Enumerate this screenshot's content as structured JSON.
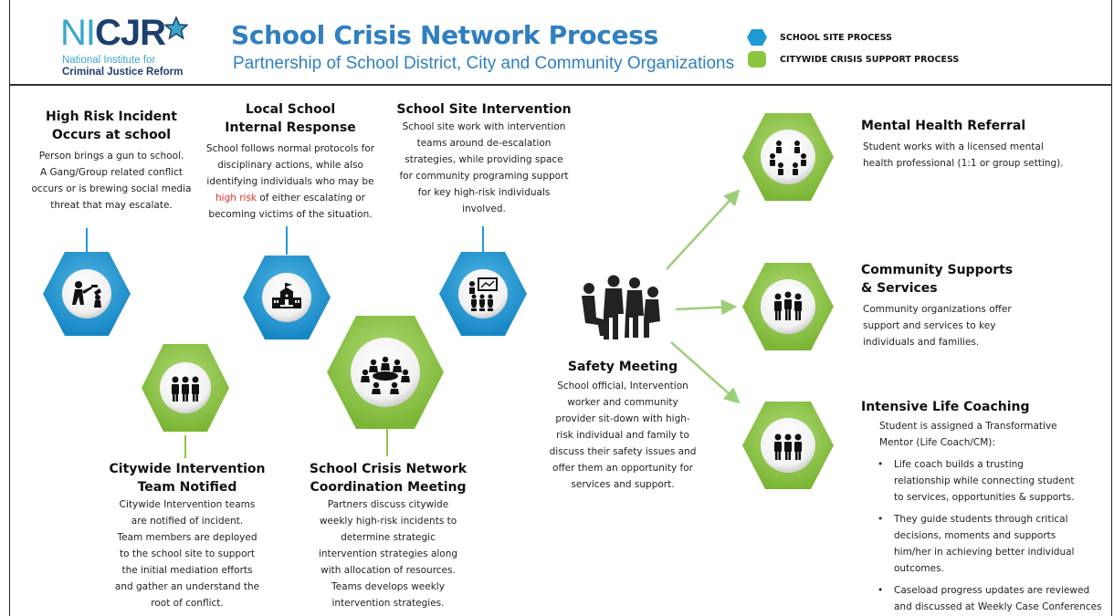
{
  "logo": {
    "mark_ni": "NI",
    "mark_cjr": "CJR",
    "line1": "National Institute for",
    "line2": "Criminal Justice Reform"
  },
  "title": "School Crisis Network Process",
  "subtitle": "Partnership of School District, City and Community Organizations",
  "legend": [
    {
      "label": "SCHOOL SITE PROCESS",
      "shape": "hexagon",
      "color": "#1f9ad6"
    },
    {
      "label": "CITYWIDE CRISIS SUPPORT PROCESS",
      "shape": "rounded-square",
      "color": "#8cc63f"
    }
  ],
  "colors": {
    "school_site": "#1f9ad6",
    "citywide": "#8cc63f",
    "title": "#2f7fc1",
    "highlight": "#e1302a",
    "connector": "#9ccf7a"
  },
  "steps": {
    "high_risk": {
      "title_l1": "High Risk Incident",
      "title_l2": "Occurs at school",
      "body": [
        "Person brings a gun to school.",
        "A Gang/Group related conflict",
        "occurs or is brewing social media",
        "threat that may escalate."
      ],
      "icon": "gun-threat-icon"
    },
    "local_school": {
      "title_l1": "Local School",
      "title_l2": "Internal Response",
      "body_l1": "School follows normal protocols for",
      "body_l2": "disciplinary actions, while also",
      "body_l3": "identifying individuals who may be",
      "body_l4_highlight": "high risk",
      "body_l4_rest": " of either escalating or",
      "body_l5": "becoming victims of the situation.",
      "icon": "school-building-icon"
    },
    "site_intervention": {
      "title": "School Site Intervention",
      "body": [
        "School site work with intervention",
        "teams around de-escalation",
        "strategies, while providing space",
        "for community programing support",
        "for key high-risk individuals",
        "involved."
      ],
      "icon": "presentation-icon"
    },
    "citywide_team": {
      "title_l1": "Citywide Intervention",
      "title_l2": "Team Notified",
      "body": [
        "Citywide Intervention teams",
        "are notified of incident.",
        "Team members are deployed",
        "to the school site to support",
        "the initial mediation efforts",
        "and gather an understand the",
        "root of conflict."
      ],
      "icon": "team-icon"
    },
    "coordination": {
      "title_l1": "School Crisis Network",
      "title_l2": "Coordination Meeting",
      "body": [
        "Partners discuss citywide",
        "weekly high-risk incidents to",
        "determine strategic",
        "intervention strategies along",
        "with allocation of resources.",
        "Teams develops weekly",
        "intervention strategies."
      ],
      "icon": "meeting-table-icon"
    },
    "safety_meeting": {
      "title": "Safety Meeting",
      "body": [
        "School official, Intervention",
        "worker and community",
        "provider sit-down with high-",
        "risk individual and family to",
        "discuss their safety issues and",
        "offer them an opportunity for",
        "services and support."
      ],
      "icon": "people-seated-icon"
    }
  },
  "outcomes": {
    "mental_health": {
      "title": "Mental Health Referral",
      "body": [
        "Student works with a licensed mental",
        "health professional (1:1 or group setting)."
      ],
      "icon": "group-circle-icon"
    },
    "community": {
      "title_l1": "Community Supports",
      "title_l2": "& Services",
      "body": [
        "Community organizations offer",
        "support and services to key",
        "individuals and families."
      ],
      "icon": "community-icon"
    },
    "coaching": {
      "title": "Intensive Life Coaching",
      "intro": [
        "Student is assigned a Transformative",
        "Mentor (Life Coach/CM):"
      ],
      "bullets": [
        [
          "Life coach builds a trusting",
          "relationship while connecting student",
          "to services, opportunities & supports."
        ],
        [
          "They guide students through critical",
          "decisions, moments and supports",
          "him/her in achieving better individual",
          "outcomes."
        ],
        [
          "Caseload progress updates are reviewed",
          "and discussed at Weekly Case Conferences"
        ]
      ],
      "icon": "mentor-group-icon"
    }
  }
}
